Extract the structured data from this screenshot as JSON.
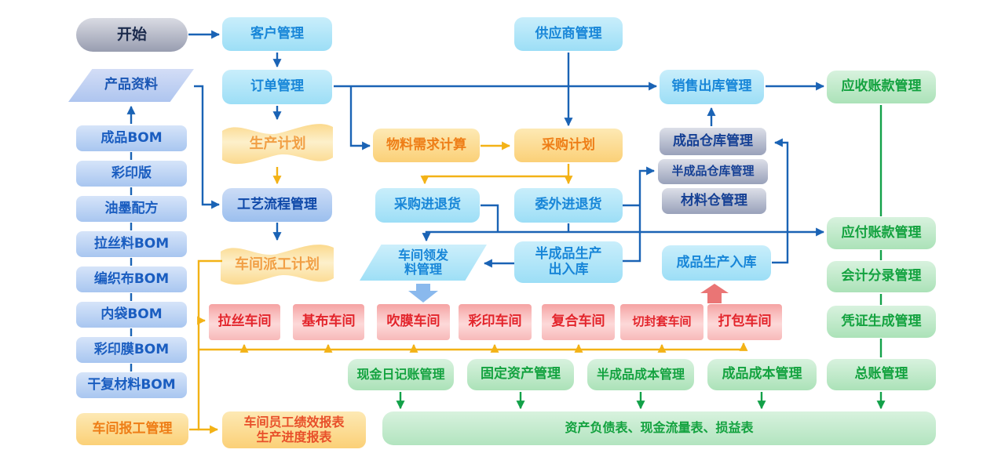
{
  "colors": {
    "arrow_blue": "#1a63b5",
    "arrow_orange": "#f3b216",
    "arrow_green": "#13a149",
    "box_blue_text": "#1886d8",
    "box_green_text": "#13a23f",
    "box_red_text": "#e3242b",
    "box_orange_text": "#ee7e17"
  },
  "nodes": {
    "start": "开始",
    "customer": "客户管理",
    "order": "订单管理",
    "production_plan": "生产计划",
    "process_flow": "工艺流程管理",
    "dispatch_plan": "车间派工计划",
    "product_data": "产品资料",
    "bom_finished": "成品BOM",
    "bom_print_plate": "彩印版",
    "bom_ink": "油墨配方",
    "bom_drawing": "拉丝料BOM",
    "bom_woven": "编织布BOM",
    "bom_inner_bag": "内袋BOM",
    "bom_print_film": "彩印膜BOM",
    "bom_dry_laminate": "干复材料BOM",
    "supplier": "供应商管理",
    "mrp": "物料需求计算",
    "purchase_plan": "采购计划",
    "purchase_inout": "采购进退货",
    "outsource_inout": "委外进退货",
    "material_issue": "车间领发\n料管理",
    "semi_product_inout": "半成品生产\n出入库",
    "sales_out": "销售出库管理",
    "fg_warehouse": "成品仓库管理",
    "semi_warehouse": "半成品仓库管理",
    "material_warehouse": "材料仓管理",
    "fg_production_in": "成品生产入库",
    "ar": "应收账款管理",
    "ap": "应付账款管理",
    "journal_entry": "会计分录管理",
    "voucher_gen": "凭证生成管理",
    "general_ledger": "总账管理",
    "ws_drawing": "拉丝车间",
    "ws_base_fabric": "基布车间",
    "ws_film_blowing": "吹膜车间",
    "ws_color_print": "彩印车间",
    "ws_laminating": "复合车间",
    "ws_cut_seal": "切封套车间",
    "ws_packing": "打包车间",
    "cash_journal": "现金日记账管理",
    "fixed_assets": "固定资产管理",
    "semi_cost": "半成品成本管理",
    "fg_cost": "成品成本管理",
    "work_report": "车间报工管理",
    "shop_reports": "车间员工绩效报表\n生产进度报表",
    "statements": "资产负债表、现金流量表、损益表"
  }
}
